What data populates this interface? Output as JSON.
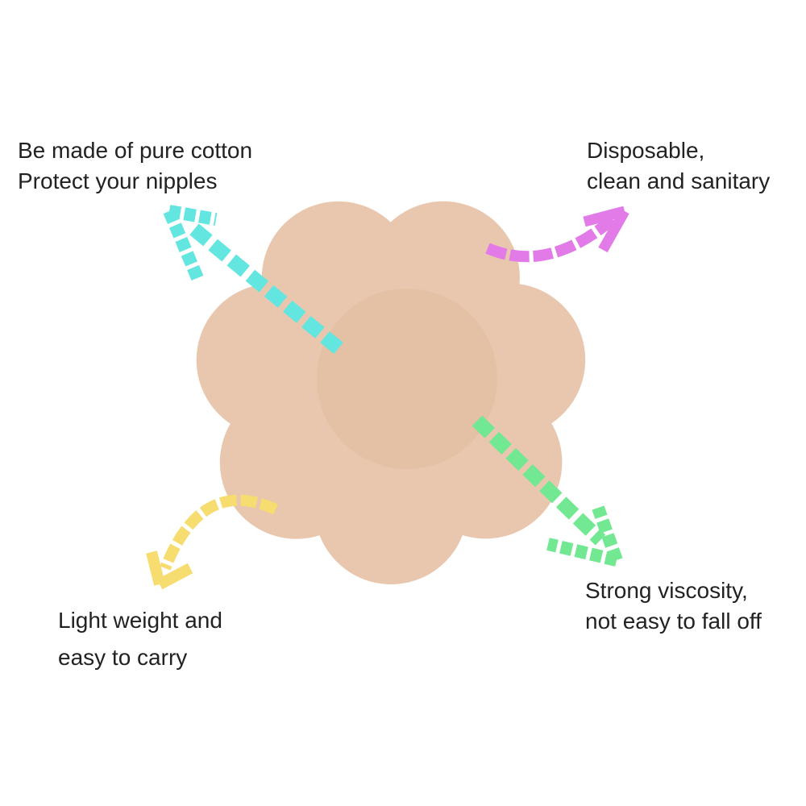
{
  "captions": {
    "top_left": {
      "line1": "Be made of pure cotton",
      "line2": "Protect your nipples"
    },
    "top_right": {
      "line1": "Disposable,",
      "line2": "clean and sanitary"
    },
    "bottom_left": {
      "line1": "Light weight and",
      "line2": "easy to carry"
    },
    "bottom_right": {
      "line1": "Strong viscosity,",
      "line2": "not easy to fall off"
    }
  },
  "colors": {
    "petal": "#e9c7ae",
    "center": "#e4c1a5",
    "arrow_cyan": "#62e6df",
    "arrow_magenta": "#e27ae8",
    "arrow_yellow": "#f7dc70",
    "arrow_green": "#72e892"
  }
}
